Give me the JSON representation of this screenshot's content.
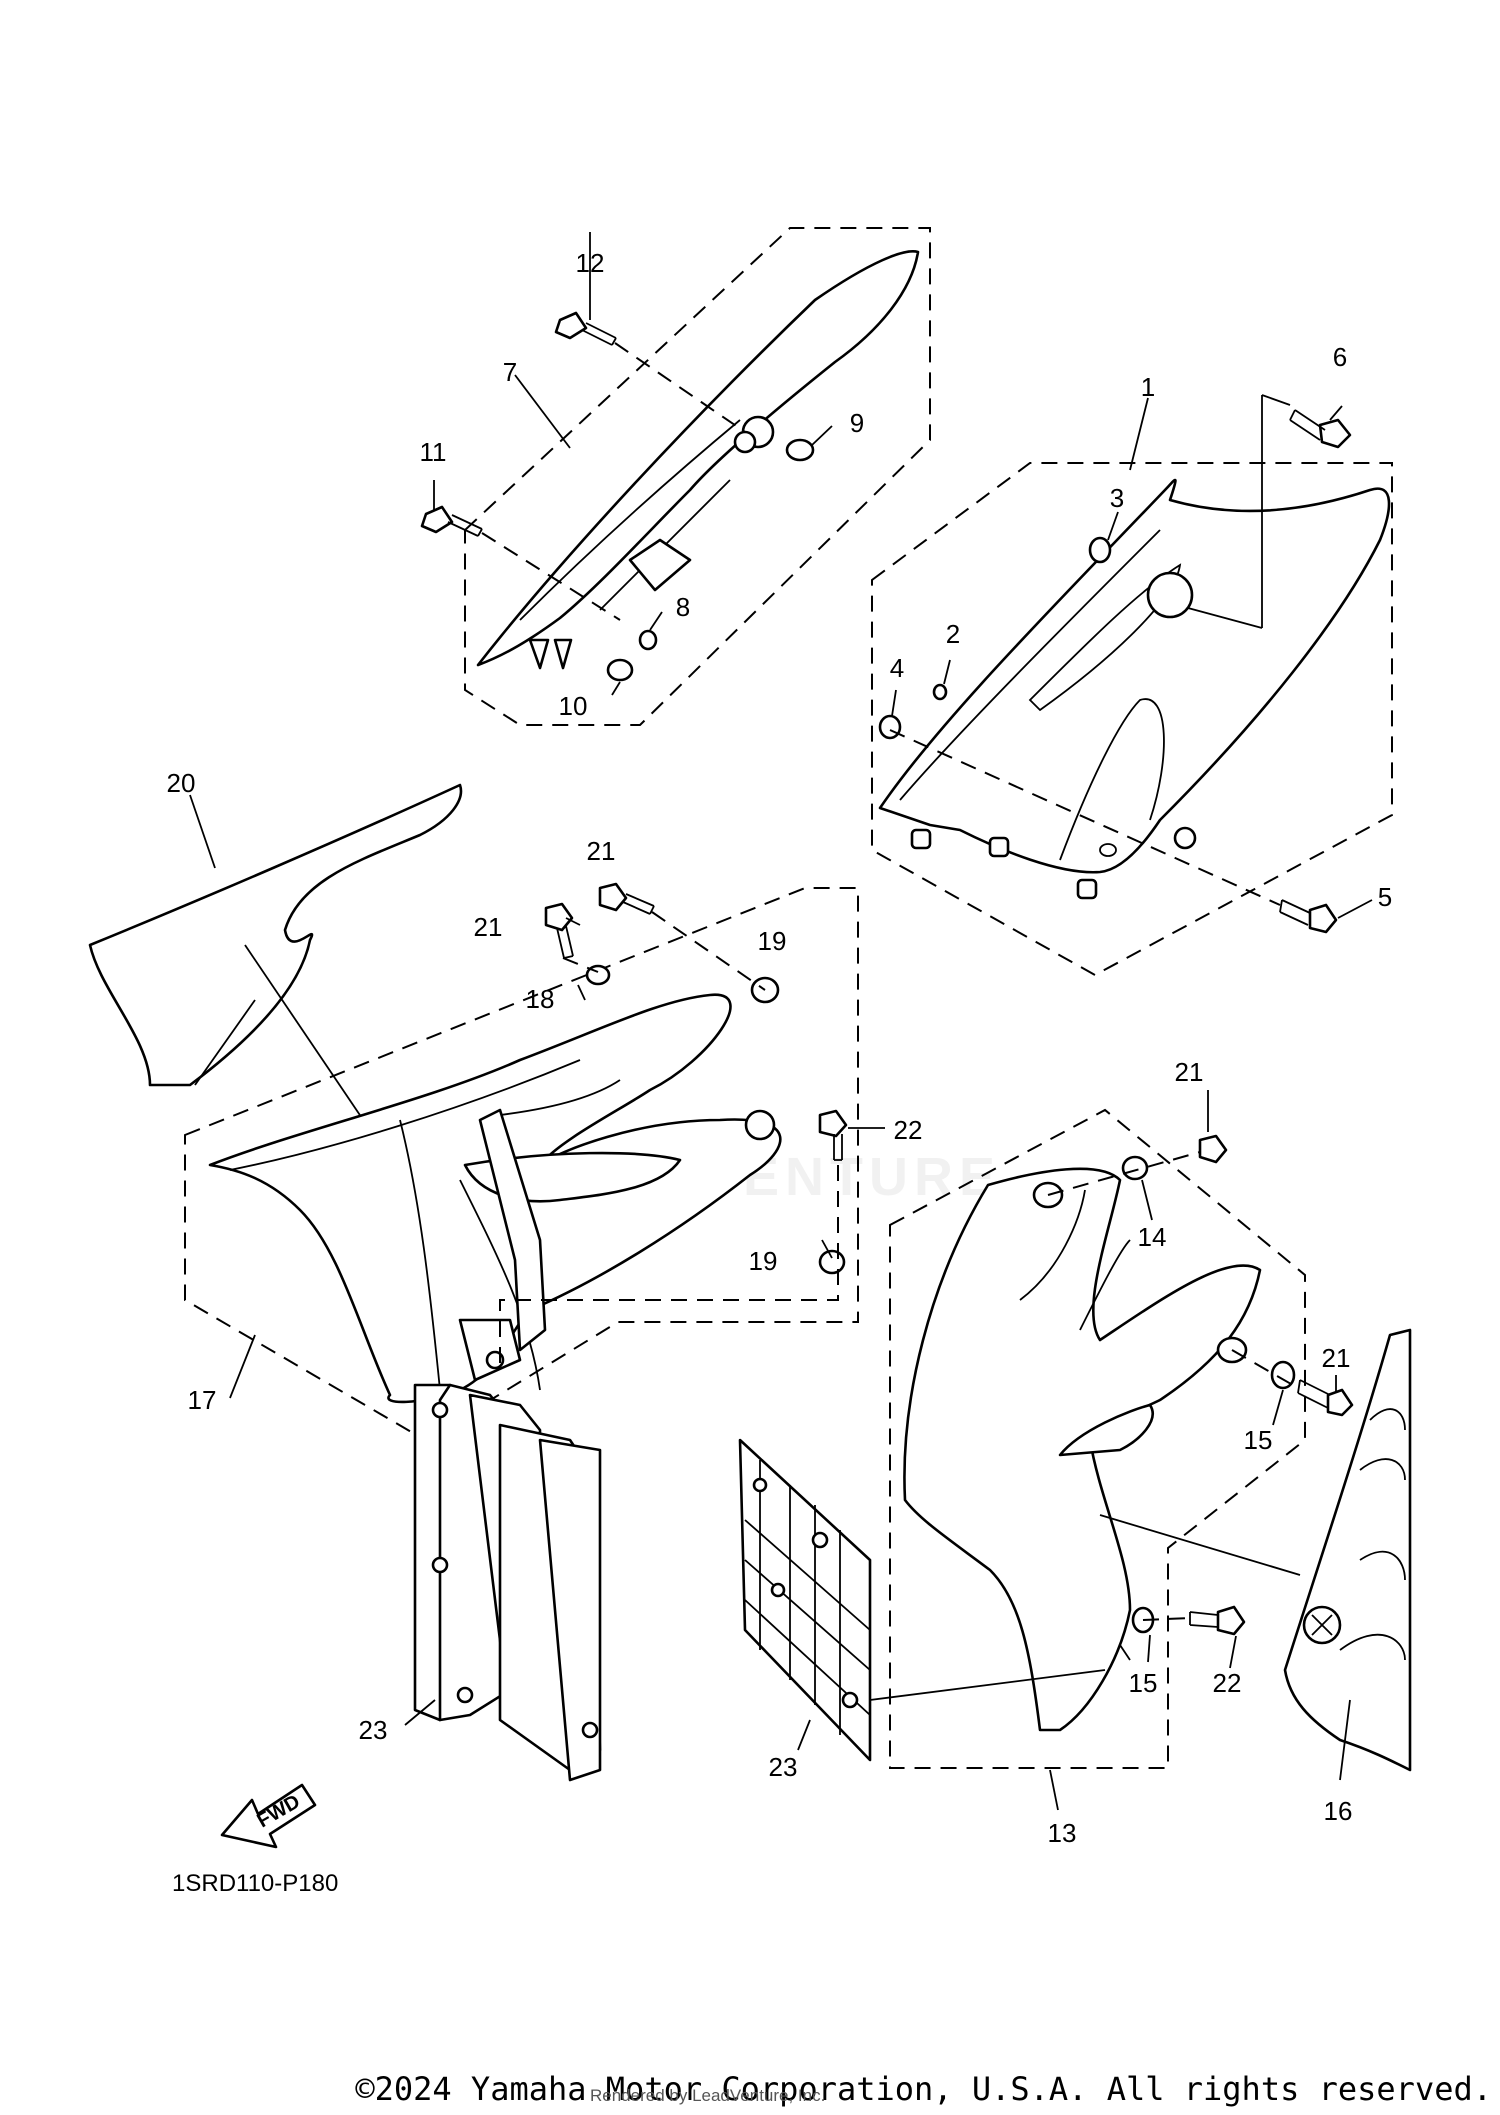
{
  "callouts": {
    "c1": "1",
    "c2": "2",
    "c3": "3",
    "c4": "4",
    "c5": "5",
    "c6": "6",
    "c7": "7",
    "c8": "8",
    "c9": "9",
    "c10": "10",
    "c11": "11",
    "c12": "12",
    "c13": "13",
    "c14": "14",
    "c15a": "15",
    "c15b": "15",
    "c16": "16",
    "c17": "17",
    "c18": "18",
    "c19a": "19",
    "c19b": "19",
    "c20": "20",
    "c21a": "21",
    "c21b": "21",
    "c21c": "21",
    "c21d": "21",
    "c22a": "22",
    "c22b": "22",
    "c23a": "23",
    "c23b": "23"
  },
  "fwd_label": "FWD",
  "diagram_code": "1SRD110-P180",
  "watermark": "LEADVENTURE",
  "footer": {
    "copyright": "©2024 Yamaha Motor Corporation, U.S.A. All rights reserved.",
    "rendered_by": "Rendered by LeadVenture, Inc."
  }
}
